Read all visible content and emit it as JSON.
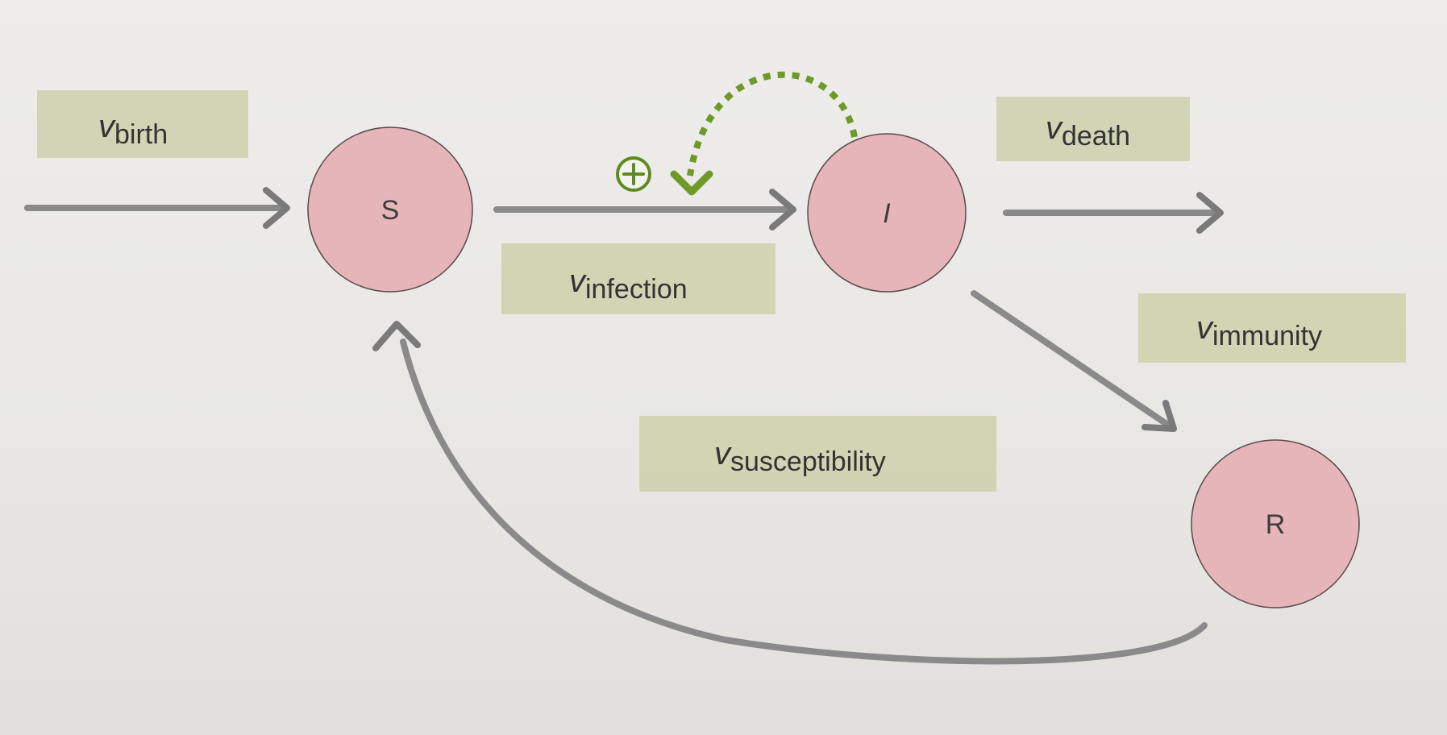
{
  "nodes": {
    "s": {
      "label": "S"
    },
    "i": {
      "label": "I"
    },
    "r": {
      "label": "R"
    }
  },
  "rates": {
    "birth": {
      "symbol": "v",
      "subscript": "birth"
    },
    "infection": {
      "symbol": "v",
      "subscript": "infection"
    },
    "death": {
      "symbol": "v",
      "subscript": "death"
    },
    "immunity": {
      "symbol": "v",
      "subscript": "immunity"
    },
    "susceptibility": {
      "symbol": "v",
      "subscript": "susceptibility"
    }
  },
  "feedback": {
    "sign": "+",
    "color": "#6f9a2a"
  },
  "colors": {
    "node_fill": "#e6b5b9",
    "label_box": "#cfd3b0",
    "arrow": "#8a8a8a"
  }
}
